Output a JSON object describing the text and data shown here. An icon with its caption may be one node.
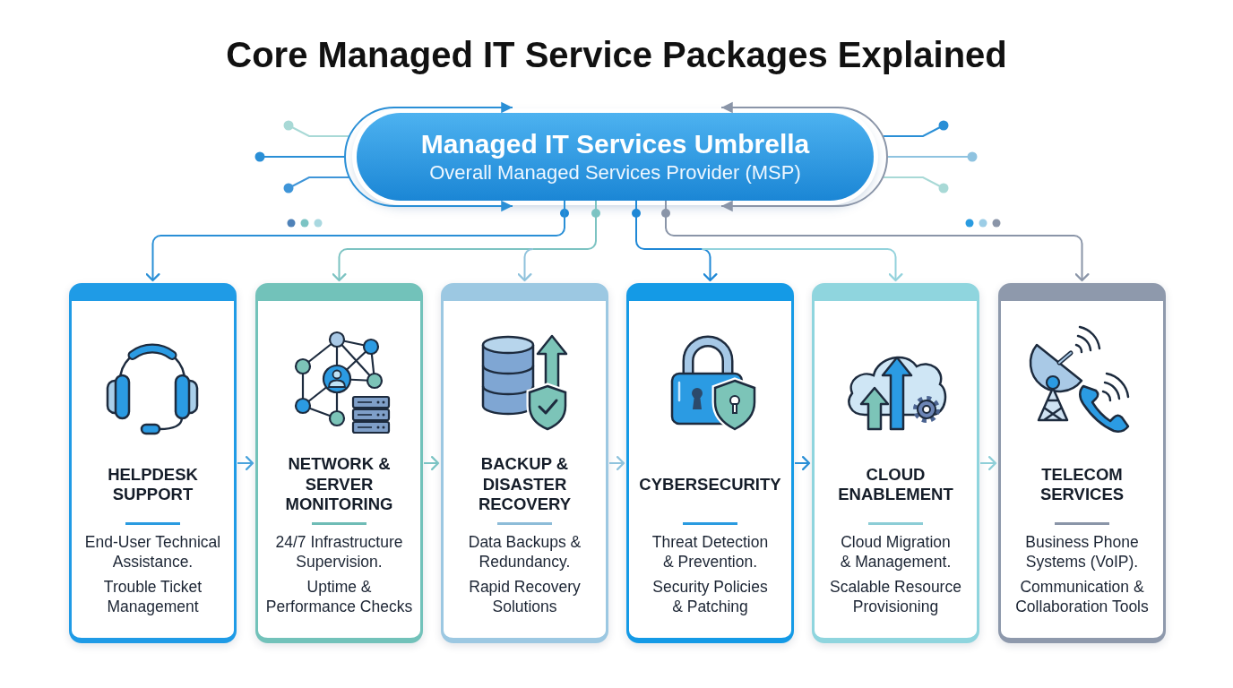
{
  "diagram": {
    "title": "Core Managed IT Service Packages Explained",
    "nodes": [
      {
        "text": [
          "Managed IT Services Umbrella",
          "Overall Managed Services Provider (MSP)"
        ]
      },
      {
        "text": [
          "HELPDESK SUPPORT",
          "End-User Technical Assistance.",
          "Trouble Ticket Management"
        ]
      },
      {
        "text": [
          "NETWORK & SERVER MONITORING",
          "24/7 Infrastructure Supervision.",
          "Uptime & Performance Checks"
        ]
      },
      {
        "text": [
          "BACKUP & DISASTER RECOVERY",
          "Data Backups & Redundancy.",
          "Rapid Recovery Solutions"
        ]
      },
      {
        "text": [
          "CYBERSECURITY",
          "Threat Detection & Prevention.",
          "Security Policies & Patching"
        ]
      },
      {
        "text": [
          "CLOUD ENABLEMENT",
          "Cloud Migration & Management.",
          "Scalable Resource Provisioning"
        ]
      },
      {
        "text": [
          "TELECOM SERVICES",
          "Business Phone Systems (VoIP).",
          "Communication & Collaboration Tools"
        ]
      }
    ],
    "edges": [
      {
        "from": 0,
        "to": 1,
        "arrow": "to",
        "color": "#2a8fd6"
      },
      {
        "from": 0,
        "to": 2,
        "arrow": "to",
        "color": "#7cc3c2"
      },
      {
        "from": 0,
        "to": 3,
        "arrow": "to",
        "color": "#8fc2dc"
      },
      {
        "from": 0,
        "to": 4,
        "arrow": "to",
        "color": "#1f88d6"
      },
      {
        "from": 0,
        "to": 5,
        "arrow": "to",
        "color": "#93d2dc"
      },
      {
        "from": 0,
        "to": 6,
        "arrow": "to",
        "color": "#8a95a8"
      },
      {
        "from": 1,
        "to": 2,
        "arrow": "to",
        "color": "#4aa3dc"
      },
      {
        "from": 2,
        "to": 3,
        "arrow": "to",
        "color": "#7cc4c4"
      },
      {
        "from": 3,
        "to": 4,
        "arrow": "to",
        "color": "#8fc3dd"
      },
      {
        "from": 4,
        "to": 5,
        "arrow": "to",
        "color": "#2a8fd6"
      },
      {
        "from": 5,
        "to": 6,
        "arrow": "to",
        "color": "#8fcfd8"
      },
      {
        "from": 0,
        "to": 0,
        "arrow": "both",
        "color": "#2a8fd6"
      },
      {
        "from": 0,
        "to": 0,
        "arrow": "both",
        "color": "#8a95a8"
      }
    ]
  }
}
